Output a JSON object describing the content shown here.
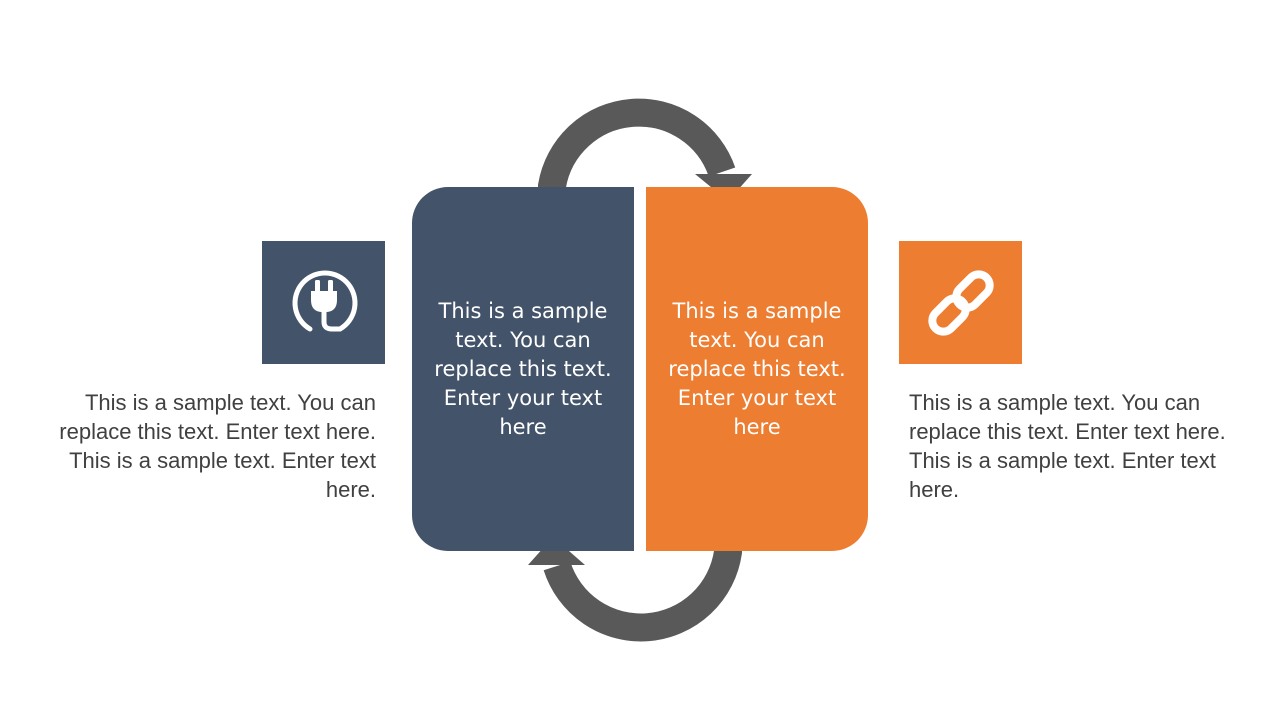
{
  "colors": {
    "navy": "#435369",
    "orange": "#ED7D31",
    "arrow_gray": "#595959",
    "text_gray": "#404040",
    "white": "#FFFFFF"
  },
  "left_panel": {
    "text": "This is a sample text. You can replace this text. Enter your text here"
  },
  "right_panel": {
    "text": "This is a sample text. You can replace this text. Enter your text here"
  },
  "left_icon": {
    "icon": "power-plug-icon"
  },
  "right_icon": {
    "icon": "chain-link-icon"
  },
  "left_description": {
    "text": "This is a sample text. You can replace this text. Enter text here. This is a sample text. Enter text here."
  },
  "right_description": {
    "text": "This is a sample text. You can replace this text. Enter text here. This is a sample text. Enter text here."
  }
}
